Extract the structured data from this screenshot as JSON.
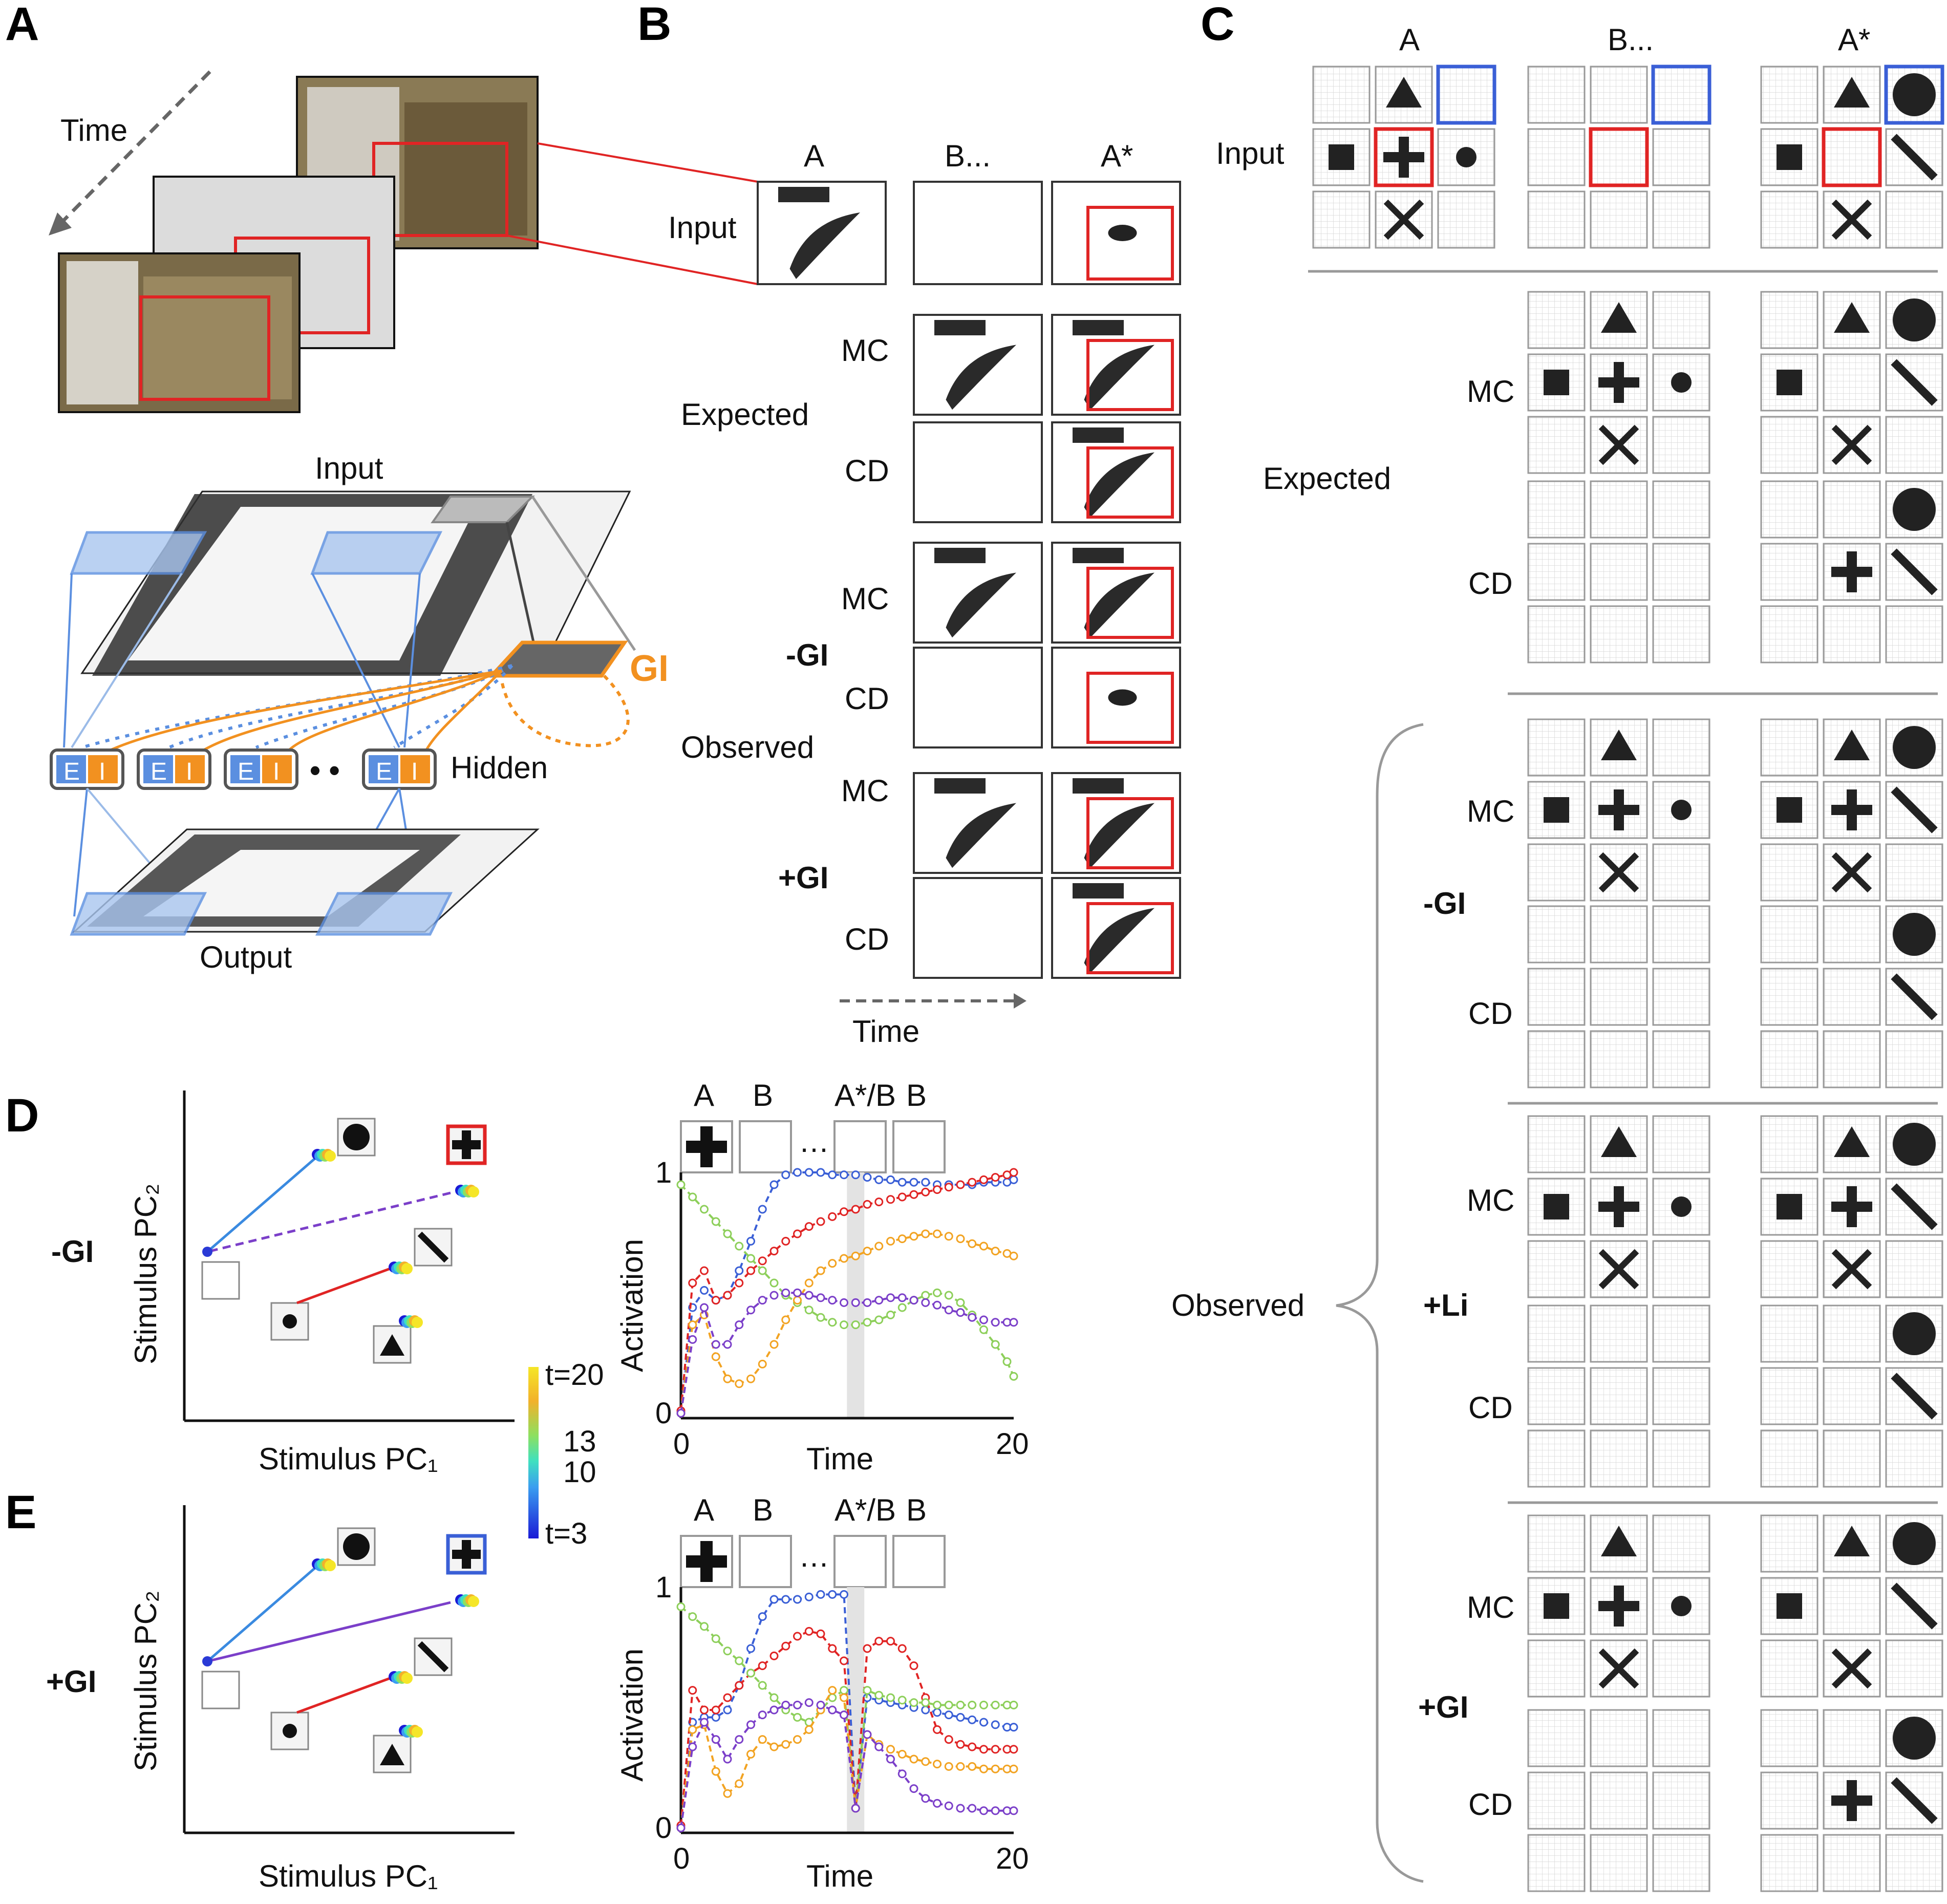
{
  "panel_letters": {
    "a": "A",
    "b": "B",
    "c": "C",
    "d": "D",
    "e": "E"
  },
  "panel_a": {
    "time_label": "Time",
    "input_label": "Input",
    "hidden_label": "Hidden",
    "output_label": "Output",
    "gi_label": "GI",
    "unit_e": "E",
    "unit_i": "I",
    "ellipsis": "• •"
  },
  "panel_b": {
    "col_a": "A",
    "col_b": "B...",
    "col_astar": "A*",
    "input": "Input",
    "expected": "Expected",
    "observed": "Observed",
    "mc": "MC",
    "cd": "CD",
    "minus_gi": "-GI",
    "plus_gi": "+GI",
    "time": "Time"
  },
  "panel_c": {
    "col_a": "A",
    "col_b": "B...",
    "col_astar": "A*",
    "input": "Input",
    "expected": "Expected",
    "observed": "Observed",
    "mc": "MC",
    "cd": "CD",
    "minus_gi": "-GI",
    "plus_li": "+Li",
    "plus_gi": "+GI"
  },
  "panel_d": {
    "condition": "-GI",
    "pc2": "Stimulus PC₂",
    "pc1": "Stimulus PC₁",
    "seq": [
      "A",
      "B",
      "A*/B",
      "B"
    ],
    "seq_ellipsis": "…",
    "ylabel": "Activation",
    "xlabel": "Time"
  },
  "panel_e": {
    "condition": "+GI",
    "pc2": "Stimulus PC₂",
    "pc1": "Stimulus PC₁",
    "seq": [
      "A",
      "B",
      "A*/B",
      "B"
    ],
    "seq_ellipsis": "…",
    "ylabel": "Activation",
    "xlabel": "Time"
  },
  "colorbar": {
    "t20": "t=20",
    "t13": "13",
    "t10": "10",
    "t3": "t=3"
  },
  "colors": {
    "blue": "#3a5fd6",
    "red": "#e02424",
    "orange": "#f29120",
    "purple": "#7b3fc9",
    "green": "#8dcf5a",
    "yellow": "#e6b52a",
    "unit_blue": "#5b8fe0",
    "unit_orange": "#f29120"
  },
  "chart_data": [
    {
      "type": "line",
      "panel": "D",
      "xlabel": "Time",
      "ylabel": "Activation",
      "xlim": [
        0,
        20
      ],
      "ylim": [
        0,
        1
      ],
      "xticks": [
        "0",
        "20"
      ],
      "yticks": [
        "0",
        "1"
      ],
      "highlight_x": 10.5,
      "x": [
        0,
        0.7,
        1.4,
        2.1,
        2.8,
        3.5,
        4.2,
        4.9,
        5.6,
        6.3,
        7,
        7.7,
        8.4,
        9.1,
        9.8,
        10.5,
        11.2,
        11.9,
        12.6,
        13.3,
        14,
        14.7,
        15.4,
        16.1,
        16.8,
        17.5,
        18.2,
        18.9,
        19.6,
        20
      ],
      "series": [
        {
          "color": "#3a5fd6",
          "values": [
            0.02,
            0.45,
            0.52,
            0.48,
            0.5,
            0.6,
            0.72,
            0.85,
            0.95,
            0.99,
            1.0,
            1.0,
            1.0,
            0.99,
            0.99,
            0.99,
            0.98,
            0.97,
            0.97,
            0.96,
            0.96,
            0.96,
            0.95,
            0.95,
            0.95,
            0.95,
            0.96,
            0.96,
            0.96,
            0.97
          ]
        },
        {
          "color": "#e02424",
          "values": [
            0.03,
            0.55,
            0.6,
            0.48,
            0.5,
            0.55,
            0.6,
            0.64,
            0.68,
            0.72,
            0.75,
            0.78,
            0.8,
            0.82,
            0.84,
            0.85,
            0.87,
            0.88,
            0.89,
            0.9,
            0.91,
            0.92,
            0.93,
            0.94,
            0.95,
            0.96,
            0.97,
            0.98,
            0.99,
            1.0
          ]
        },
        {
          "color": "#8dcf5a",
          "values": [
            0.95,
            0.9,
            0.85,
            0.8,
            0.75,
            0.7,
            0.65,
            0.6,
            0.55,
            0.5,
            0.47,
            0.44,
            0.41,
            0.39,
            0.38,
            0.38,
            0.39,
            0.4,
            0.42,
            0.45,
            0.48,
            0.5,
            0.51,
            0.5,
            0.47,
            0.42,
            0.36,
            0.3,
            0.23,
            0.17
          ]
        },
        {
          "color": "#f2a322",
          "values": [
            0.02,
            0.38,
            0.42,
            0.25,
            0.16,
            0.14,
            0.16,
            0.22,
            0.3,
            0.4,
            0.48,
            0.55,
            0.6,
            0.63,
            0.65,
            0.66,
            0.68,
            0.7,
            0.72,
            0.73,
            0.74,
            0.75,
            0.75,
            0.74,
            0.73,
            0.71,
            0.7,
            0.68,
            0.67,
            0.66
          ]
        },
        {
          "color": "#7b3fc9",
          "values": [
            0.02,
            0.32,
            0.45,
            0.3,
            0.3,
            0.38,
            0.44,
            0.48,
            0.5,
            0.51,
            0.51,
            0.5,
            0.49,
            0.48,
            0.47,
            0.47,
            0.47,
            0.48,
            0.49,
            0.49,
            0.48,
            0.47,
            0.46,
            0.44,
            0.43,
            0.41,
            0.4,
            0.39,
            0.39,
            0.39
          ]
        }
      ]
    },
    {
      "type": "line",
      "panel": "E",
      "xlabel": "Time",
      "ylabel": "Activation",
      "xlim": [
        0,
        20
      ],
      "ylim": [
        0,
        1
      ],
      "xticks": [
        "0",
        "20"
      ],
      "yticks": [
        "0",
        "1"
      ],
      "highlight_x": 10.5,
      "x": [
        0,
        0.7,
        1.4,
        2.1,
        2.8,
        3.5,
        4.2,
        4.9,
        5.6,
        6.3,
        7,
        7.7,
        8.4,
        9.1,
        9.8,
        10.5,
        11.2,
        11.9,
        12.6,
        13.3,
        14,
        14.7,
        15.4,
        16.1,
        16.8,
        17.5,
        18.2,
        18.9,
        19.6,
        20
      ],
      "series": [
        {
          "color": "#3a5fd6",
          "values": [
            0.02,
            0.45,
            0.47,
            0.47,
            0.5,
            0.6,
            0.75,
            0.88,
            0.95,
            0.95,
            0.95,
            0.96,
            0.97,
            0.97,
            0.97,
            0.1,
            0.55,
            0.54,
            0.53,
            0.52,
            0.51,
            0.5,
            0.49,
            0.48,
            0.47,
            0.46,
            0.45,
            0.44,
            0.43,
            0.43
          ]
        },
        {
          "color": "#e02424",
          "values": [
            0.03,
            0.58,
            0.5,
            0.5,
            0.55,
            0.6,
            0.65,
            0.68,
            0.72,
            0.76,
            0.8,
            0.82,
            0.81,
            0.75,
            0.7,
            0.1,
            0.75,
            0.78,
            0.78,
            0.75,
            0.68,
            0.55,
            0.42,
            0.38,
            0.36,
            0.35,
            0.34,
            0.34,
            0.34,
            0.34
          ]
        },
        {
          "color": "#8dcf5a",
          "values": [
            0.92,
            0.88,
            0.84,
            0.79,
            0.74,
            0.7,
            0.65,
            0.6,
            0.55,
            0.5,
            0.47,
            0.45,
            0.5,
            0.55,
            0.58,
            0.1,
            0.58,
            0.56,
            0.55,
            0.54,
            0.53,
            0.53,
            0.52,
            0.52,
            0.52,
            0.52,
            0.52,
            0.52,
            0.52,
            0.52
          ]
        },
        {
          "color": "#f2a322",
          "values": [
            0.02,
            0.42,
            0.44,
            0.25,
            0.16,
            0.2,
            0.32,
            0.38,
            0.35,
            0.36,
            0.38,
            0.42,
            0.5,
            0.58,
            0.55,
            0.1,
            0.4,
            0.36,
            0.34,
            0.32,
            0.3,
            0.29,
            0.28,
            0.27,
            0.27,
            0.27,
            0.26,
            0.26,
            0.26,
            0.26
          ]
        },
        {
          "color": "#7b3fc9",
          "values": [
            0.02,
            0.35,
            0.45,
            0.38,
            0.3,
            0.38,
            0.44,
            0.48,
            0.5,
            0.52,
            0.52,
            0.53,
            0.52,
            0.5,
            0.48,
            0.1,
            0.4,
            0.35,
            0.3,
            0.24,
            0.18,
            0.14,
            0.12,
            0.11,
            0.1,
            0.1,
            0.09,
            0.09,
            0.09,
            0.09
          ]
        }
      ]
    }
  ]
}
